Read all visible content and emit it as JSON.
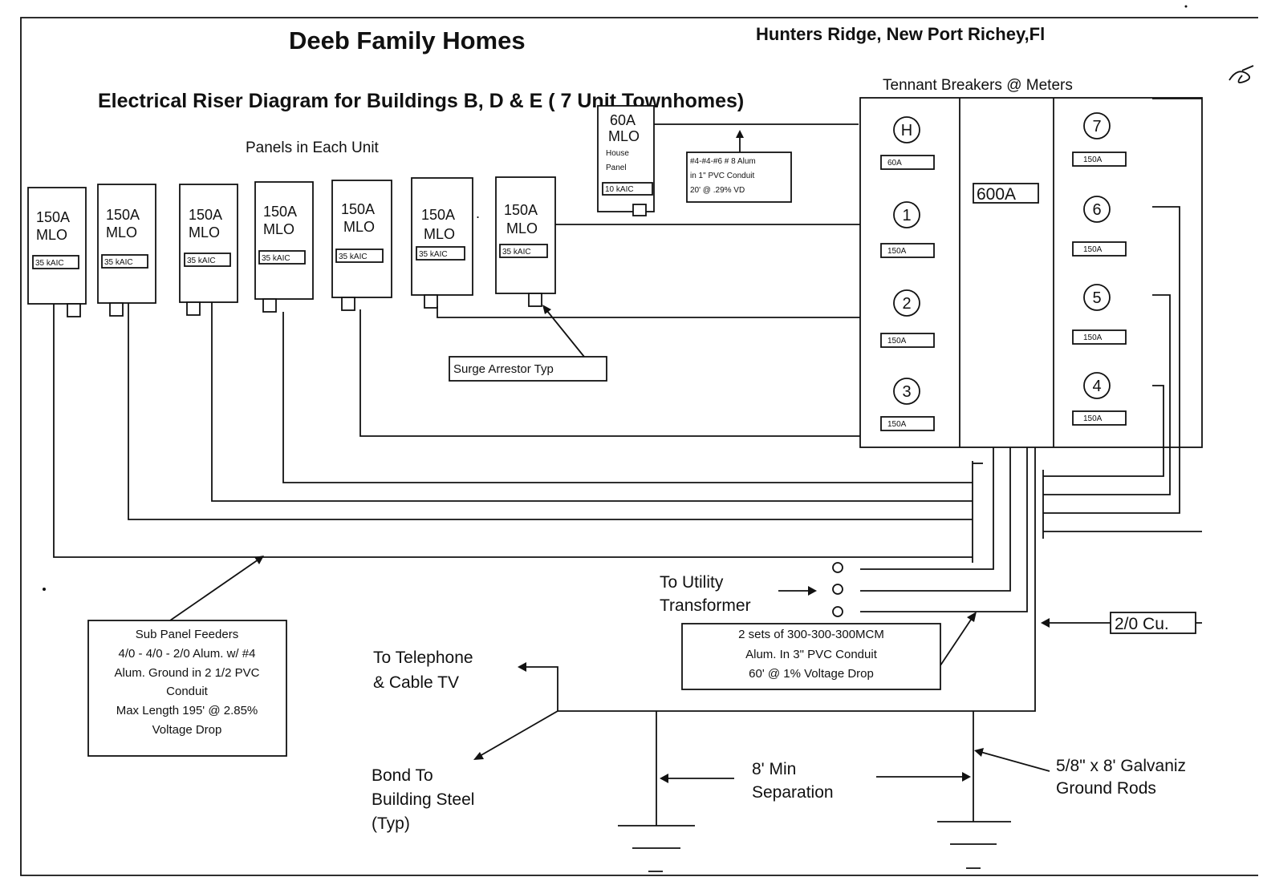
{
  "header": {
    "title": "Deeb Family Homes",
    "location": "Hunters Ridge, New Port Richey,Fl",
    "subtitle": "Electrical Riser Diagram for Buildings B, D & E ( 7 Unit Townhomes)",
    "panels_label": "Panels in Each Unit",
    "tenant_label": "Tennant Breakers @ Meters"
  },
  "unit_panels": [
    {
      "rating": "150A",
      "type": "MLO",
      "kaic": "35 kAIC"
    },
    {
      "rating": "150A",
      "type": "MLO",
      "kaic": "35 kAIC"
    },
    {
      "rating": "150A",
      "type": "MLO",
      "kaic": "35 kAIC"
    },
    {
      "rating": "150A",
      "type": "MLO",
      "kaic": "35 kAIC"
    },
    {
      "rating": "150A",
      "type": "MLO",
      "kaic": "35 kAIC"
    },
    {
      "rating": "150A",
      "type": "MLO",
      "kaic": "35 kAIC"
    },
    {
      "rating": "150A",
      "type": "MLO",
      "kaic": "35 kAIC"
    }
  ],
  "house_panel": {
    "rating": "60A",
    "type": "MLO",
    "name_line1": "House",
    "name_line2": "Panel",
    "kaic": "10 kAIC",
    "feeder_line1": "#4-#4-#6 # 8 Alum",
    "feeder_line2": "in 1\" PVC Conduit",
    "feeder_line3": "20' @ .29% VD"
  },
  "meter_center": {
    "main": "600A",
    "left_breakers": [
      {
        "id": "H",
        "rating": "60A"
      },
      {
        "id": "1",
        "rating": "150A"
      },
      {
        "id": "2",
        "rating": "150A"
      },
      {
        "id": "3",
        "rating": "150A"
      }
    ],
    "right_breakers": [
      {
        "id": "7",
        "rating": "150A"
      },
      {
        "id": "6",
        "rating": "150A"
      },
      {
        "id": "5",
        "rating": "150A"
      },
      {
        "id": "4",
        "rating": "150A"
      }
    ]
  },
  "notes": {
    "surge": "Surge Arrestor Typ",
    "feeders": [
      "Sub Panel Feeders",
      "4/0 - 4/0 - 2/0 Alum. w/ #4",
      "Alum. Ground in 2 1/2 PVC",
      "Conduit",
      "Max Length 195' @ 2.85%",
      "Voltage Drop"
    ],
    "utility": [
      "To Utility",
      "Transformer"
    ],
    "service": [
      "2 sets of 300-300-300MCM",
      "Alum. In 3\" PVC Conduit",
      "60' @ 1% Voltage Drop"
    ],
    "ground_conductor": "2/0 Cu.",
    "telephone": [
      "To Telephone",
      "& Cable TV"
    ],
    "bond": [
      "Bond To",
      "Building Steel",
      "(Typ)"
    ],
    "separation": [
      "8' Min",
      "Separation"
    ],
    "rods": [
      "5/8\" x 8' Galvaniz",
      "Ground Rods"
    ]
  }
}
